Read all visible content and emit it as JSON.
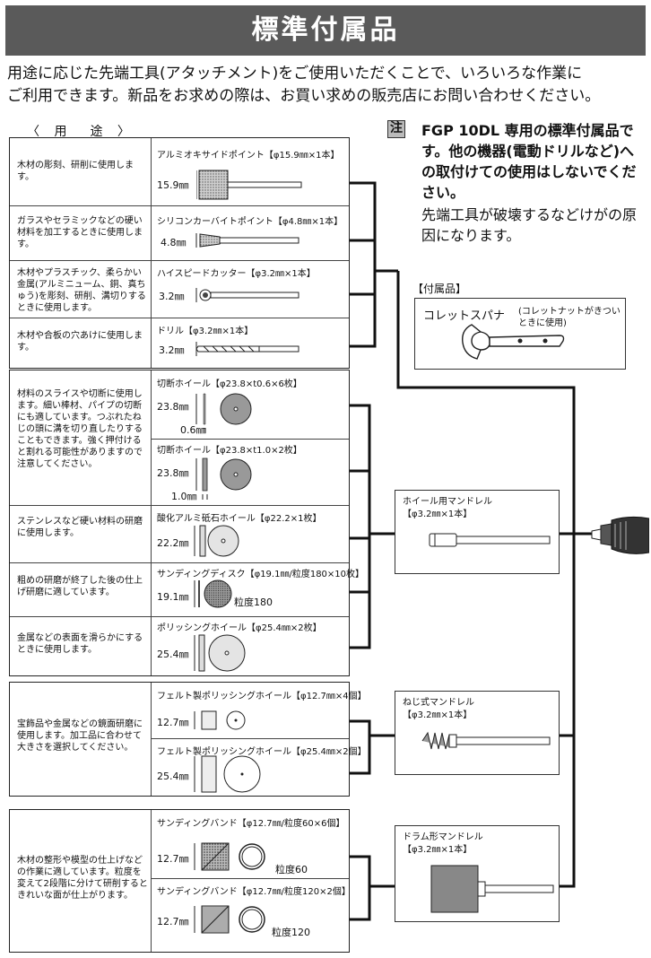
{
  "header": {
    "title": "標準付属品"
  },
  "intro": {
    "line1": "用途に応じた先端工具(アタッチメント)をご使用いただくことで、いろいろな作業に",
    "line2": "ご利用できます。新品をお求めの際は、お買い求めの販売店にお問い合わせください。"
  },
  "usage_header": "〈 用　途 〉",
  "groups": [
    {
      "rows": [
        {
          "desc": "木材の彫刻、研削に使用します。",
          "tools": [
            {
              "name": "アルミオキサイドポイント【φ15.9㎜×1本】",
              "dims": [
                "15.9㎜"
              ]
            }
          ]
        },
        {
          "desc": "ガラスやセラミックなどの硬い材料を加工するときに使用します。",
          "tools": [
            {
              "name": "シリコンカーバイトポイント【φ4.8㎜×1本】",
              "dims": [
                "4.8㎜"
              ]
            }
          ]
        },
        {
          "desc": "木材やプラスチック、柔らかい金属(アルミニューム、銅、真ちゅう)を彫刻、研削、溝切りするときに使用します。",
          "tools": [
            {
              "name": "ハイスピードカッター【φ3.2㎜×1本】",
              "dims": [
                "3.2㎜"
              ]
            }
          ]
        },
        {
          "desc": "木材や合板の穴あけに使用します。",
          "tools": [
            {
              "name": "ドリル【φ3.2㎜×1本】",
              "dims": [
                "3.2㎜"
              ]
            }
          ]
        }
      ]
    },
    {
      "rows": [
        {
          "desc": "材料のスライスや切断に使用します。細い棒材、パイプの切断にも適しています。つぶれたねじの頭に溝を切り直したりすることもできます。強く押付けると割れる可能性がありますので注意してください。",
          "tools": [
            {
              "name": "切断ホイール【φ23.8×t0.6×6枚】",
              "dims": [
                "23.8㎜",
                "0.6㎜"
              ]
            },
            {
              "name": "切断ホイール【φ23.8×t1.0×2枚】",
              "dims": [
                "23.8㎜",
                "1.0㎜"
              ]
            }
          ]
        },
        {
          "desc": "ステンレスなど硬い材料の研磨に使用します。",
          "tools": [
            {
              "name": "酸化アルミ砥石ホイール【φ22.2×1枚】",
              "dims": [
                "22.2㎜"
              ]
            }
          ]
        },
        {
          "desc": "粗めの研磨が終了した後の仕上げ研磨に適しています。",
          "tools": [
            {
              "name": "サンディングディスク【φ19.1㎜/粒度180×10枚】",
              "dims": [
                "19.1㎜"
              ],
              "grit": "粒度180"
            }
          ]
        },
        {
          "desc": "金属などの表面を滑らかにするときに使用します。",
          "tools": [
            {
              "name": "ポリッシングホイール【φ25.4㎜×2枚】",
              "dims": [
                "25.4㎜"
              ]
            }
          ]
        }
      ]
    },
    {
      "rows": [
        {
          "desc": "宝飾品や金属などの鏡面研磨に使用します。加工品に合わせて大きさを選択してください。",
          "tools": [
            {
              "name": "フェルト製ポリッシングホイール【φ12.7㎜×4個】",
              "dims": [
                "12.7㎜"
              ]
            },
            {
              "name": "フェルト製ポリッシングホイール【φ25.4㎜×2個】",
              "dims": [
                "25.4㎜"
              ]
            }
          ]
        }
      ]
    },
    {
      "rows": [
        {
          "desc": "木材の整形や模型の仕上げなどの作業に適しています。粒度を変えて2段階に分けて研削するときれいな面が仕上がります。",
          "tools": [
            {
              "name": "サンディングバンド【φ12.7㎜/粒度60×6個】",
              "dims": [
                "12.7㎜"
              ],
              "grit": "粒度60"
            },
            {
              "name": "サンディングバンド【φ12.7㎜/粒度120×2個】",
              "dims": [
                "12.7㎜"
              ],
              "grit": "粒度120"
            }
          ]
        }
      ]
    }
  ],
  "note": {
    "badge": "注",
    "bold_text": "FGP 10DL 専用の標準付属品です。他の機器(電動ドリルなど)への取付けての使用はしないでください。",
    "normal_text": "先端工具が破壊するなどけがの原因になります。"
  },
  "accessory": {
    "title": "【付属品】",
    "name": "コレットスパナ",
    "condition": "(コレットナットがきついときに使用)"
  },
  "mandrels": [
    {
      "name": "ホイール用マンドレル",
      "spec": "【φ3.2㎜×1本】"
    },
    {
      "name": "ねじ式マンドレル",
      "spec": "【φ3.2㎜×1本】"
    },
    {
      "name": "ドラム形マンドレル",
      "spec": "【φ3.2㎜×1本】"
    }
  ]
}
